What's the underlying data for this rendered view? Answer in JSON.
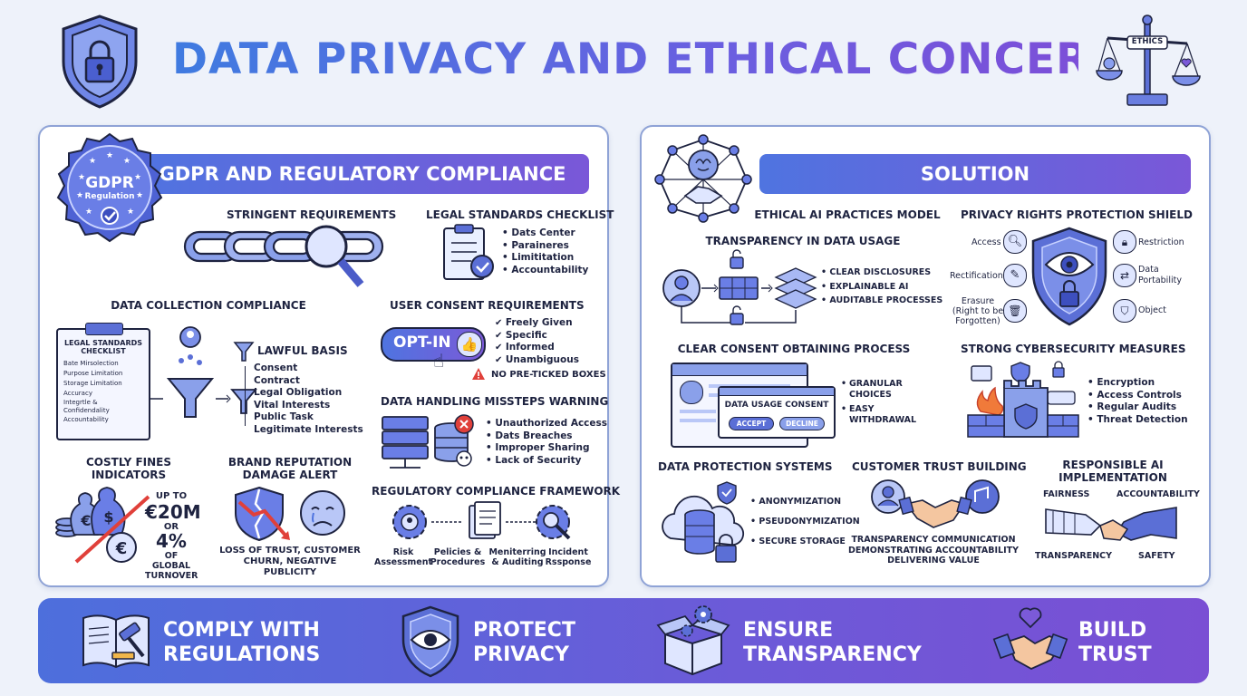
{
  "title": "DATA PRIVACY AND ETHICAL CONCERNS",
  "ethics_label": "ETHICS",
  "left": {
    "banner": "GDPR AND REGULATORY COMPLIANCE",
    "gdpr_badge": {
      "line1": "GDPR",
      "line2": "Regulation"
    },
    "stringent": {
      "heading": "STRINGENT REQUIREMENTS"
    },
    "legal": {
      "heading": "LEGAL STANDARDS CHECKLIST",
      "items": [
        "Dats Center",
        "Paraineres",
        "Limititation",
        "Accountability"
      ]
    },
    "collection": {
      "heading": "DATA COLLECTION COMPLIANCE",
      "clipboard_title": "LEGAL STANDARDS CHECKLIST",
      "clipboard_items": [
        "Bate Mirsolection",
        "Purpose Limitation",
        "Storage Limitation",
        "Accuracy",
        "Integrtle & Confidendality",
        "Accountability"
      ],
      "lawful_heading": "LAWFUL BASIS",
      "lawful_items": [
        "Consent",
        "Contract",
        "Legal Obligation",
        "Vital Interests",
        "Public Task",
        "Legitimate Interests"
      ]
    },
    "consent": {
      "heading": "USER CONSENT REQUIREMENTS",
      "toggle": "OPT-IN",
      "items": [
        "Freely Given",
        "Specific",
        "Informed",
        "Unambiguous"
      ],
      "warning": "NO PRE-TICKED BOXES"
    },
    "missteps": {
      "heading": "DATA HANDLING MISSTEPS WARNING",
      "items": [
        "Unauthorized Access",
        "Dats Breaches",
        "Improper Sharing",
        "Lack of Security"
      ]
    },
    "fines": {
      "heading_l1": "COSTLY FINES",
      "heading_l2": "INDICATORS",
      "upto": "UP TO",
      "amount": "€20M",
      "or": "OR",
      "pct": "4%",
      "of1": "OF GLOBAL",
      "of2": "TURNOVER"
    },
    "brand": {
      "heading_l1": "BRAND REPUTATION",
      "heading_l2": "DAMAGE ALERT",
      "caption_l1": "LOSS OF TRUST, CUSTOMER",
      "caption_l2": "CHURN, NEGATIVE PUBLICITY"
    },
    "framework": {
      "heading": "REGULATORY COMPLIANCE FRAMEWORK",
      "steps": [
        {
          "l1": "Risk",
          "l2": "Assessment"
        },
        {
          "l1": "Pelicies &",
          "l2": "Procedures"
        },
        {
          "l1": "Meniterring",
          "l2": "& Auditing"
        },
        {
          "l1": "Incident",
          "l2": "Rssponse"
        }
      ]
    }
  },
  "right": {
    "banner": "SOLUTION",
    "ethical": {
      "heading": "ETHICAL AI PRACTICES MODEL",
      "sub": "TRANSPARENCY IN DATA USAGE",
      "items": [
        "CLEAR DISCLOSURES",
        "EXPLAINABLE AI",
        "AUDITABLE PROCESSES"
      ]
    },
    "shield": {
      "heading": "PRIVACY RIGHTS PROTECTION SHIELD",
      "access": "Access",
      "rectification": "Rectification",
      "erasure_l1": "Erasure",
      "erasure_l2": "(Right to be",
      "erasure_l3": "Forgotten)",
      "restriction": "Restriction",
      "portability_l1": "Data",
      "portability_l2": "Portability",
      "object": "Object"
    },
    "consent": {
      "heading": "CLEAR CONSENT OBTAINING PROCESS",
      "dialog_title": "DATA USAGE CONSENT",
      "accept": "ACCEPT",
      "decline": "DECLINE",
      "items": [
        {
          "l1": "GRANULAR",
          "l2": "CHOICES"
        },
        {
          "l1": "EASY",
          "l2": "WITHDRAWAL"
        }
      ]
    },
    "cyber": {
      "heading": "STRONG CYBERSECURITY MEASURES",
      "items": [
        "Encryption",
        "Access Controls",
        "Regular Audits",
        "Threat Detection"
      ]
    },
    "protection": {
      "heading": "DATA PROTECTION SYSTEMS",
      "items": [
        "ANONYMIZATION",
        "PSEUDONYMIZATION",
        "SECURE STORAGE"
      ]
    },
    "trust": {
      "heading": "CUSTOMER TRUST BUILDING",
      "lines": [
        "TRANSPARENCY COMMUNICATION",
        "DEMONSTRATING ACCOUNTABILITY",
        "DELIVERING VALUE"
      ]
    },
    "responsible": {
      "heading_l1": "RESPONSIBLE AI",
      "heading_l2": "IMPLEMENTATION",
      "fairness": "FAIRNESS",
      "accountability": "ACCOUNTABILITY",
      "transparency": "TRANSPARENCY",
      "safety": "SAFETY"
    }
  },
  "bottom": [
    {
      "l1": "COMPLY WITH",
      "l2": "REGULATIONS",
      "icon": "law-book-gavel-icon"
    },
    {
      "l1": "PROTECT",
      "l2": "PRIVACY",
      "icon": "eye-shield-icon"
    },
    {
      "l1": "ENSURE",
      "l2": "TRANSPARENCY",
      "icon": "open-box-icon"
    },
    {
      "l1": "BUILD",
      "l2": "TRUST",
      "icon": "handshake-heart-icon"
    }
  ],
  "colors": {
    "accent_blue": "#4f74e0",
    "accent_purple": "#7a57d8",
    "warning_red": "#e0403a",
    "text_dark": "#1e2340"
  }
}
